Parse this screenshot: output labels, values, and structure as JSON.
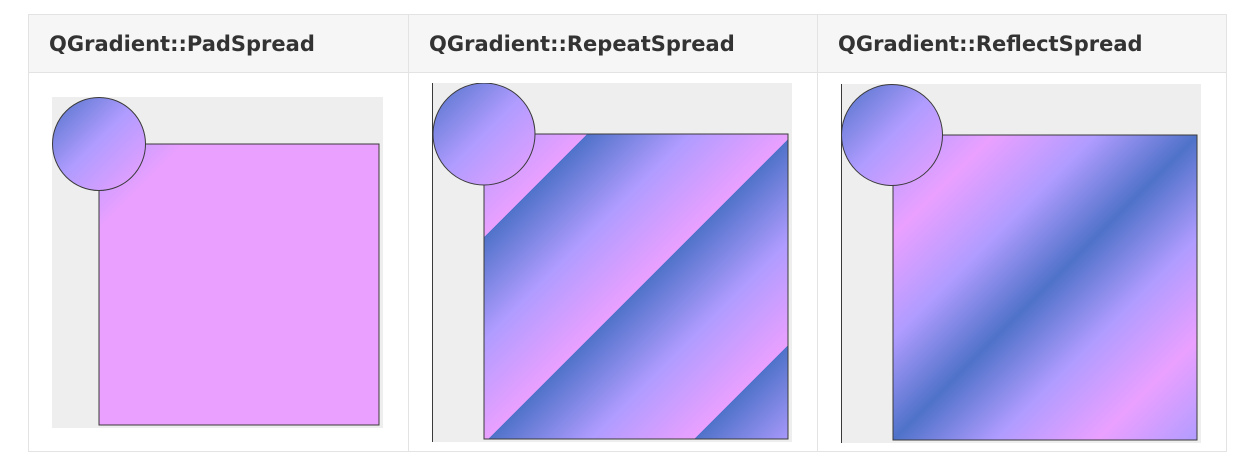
{
  "table": {
    "columns": [
      {
        "header": "QGradient::PadSpread",
        "spread": "pad"
      },
      {
        "header": "QGradient::RepeatSpread",
        "spread": "repeat"
      },
      {
        "header": "QGradient::ReflectSpread",
        "spread": "reflect"
      }
    ]
  },
  "colors": {
    "gradient_start": "#4f72c9",
    "gradient_mid": "#b09cff",
    "gradient_end": "#eaa0ff",
    "canvas_background": "#eeeeee",
    "shape_border": "#3a3a3a"
  }
}
